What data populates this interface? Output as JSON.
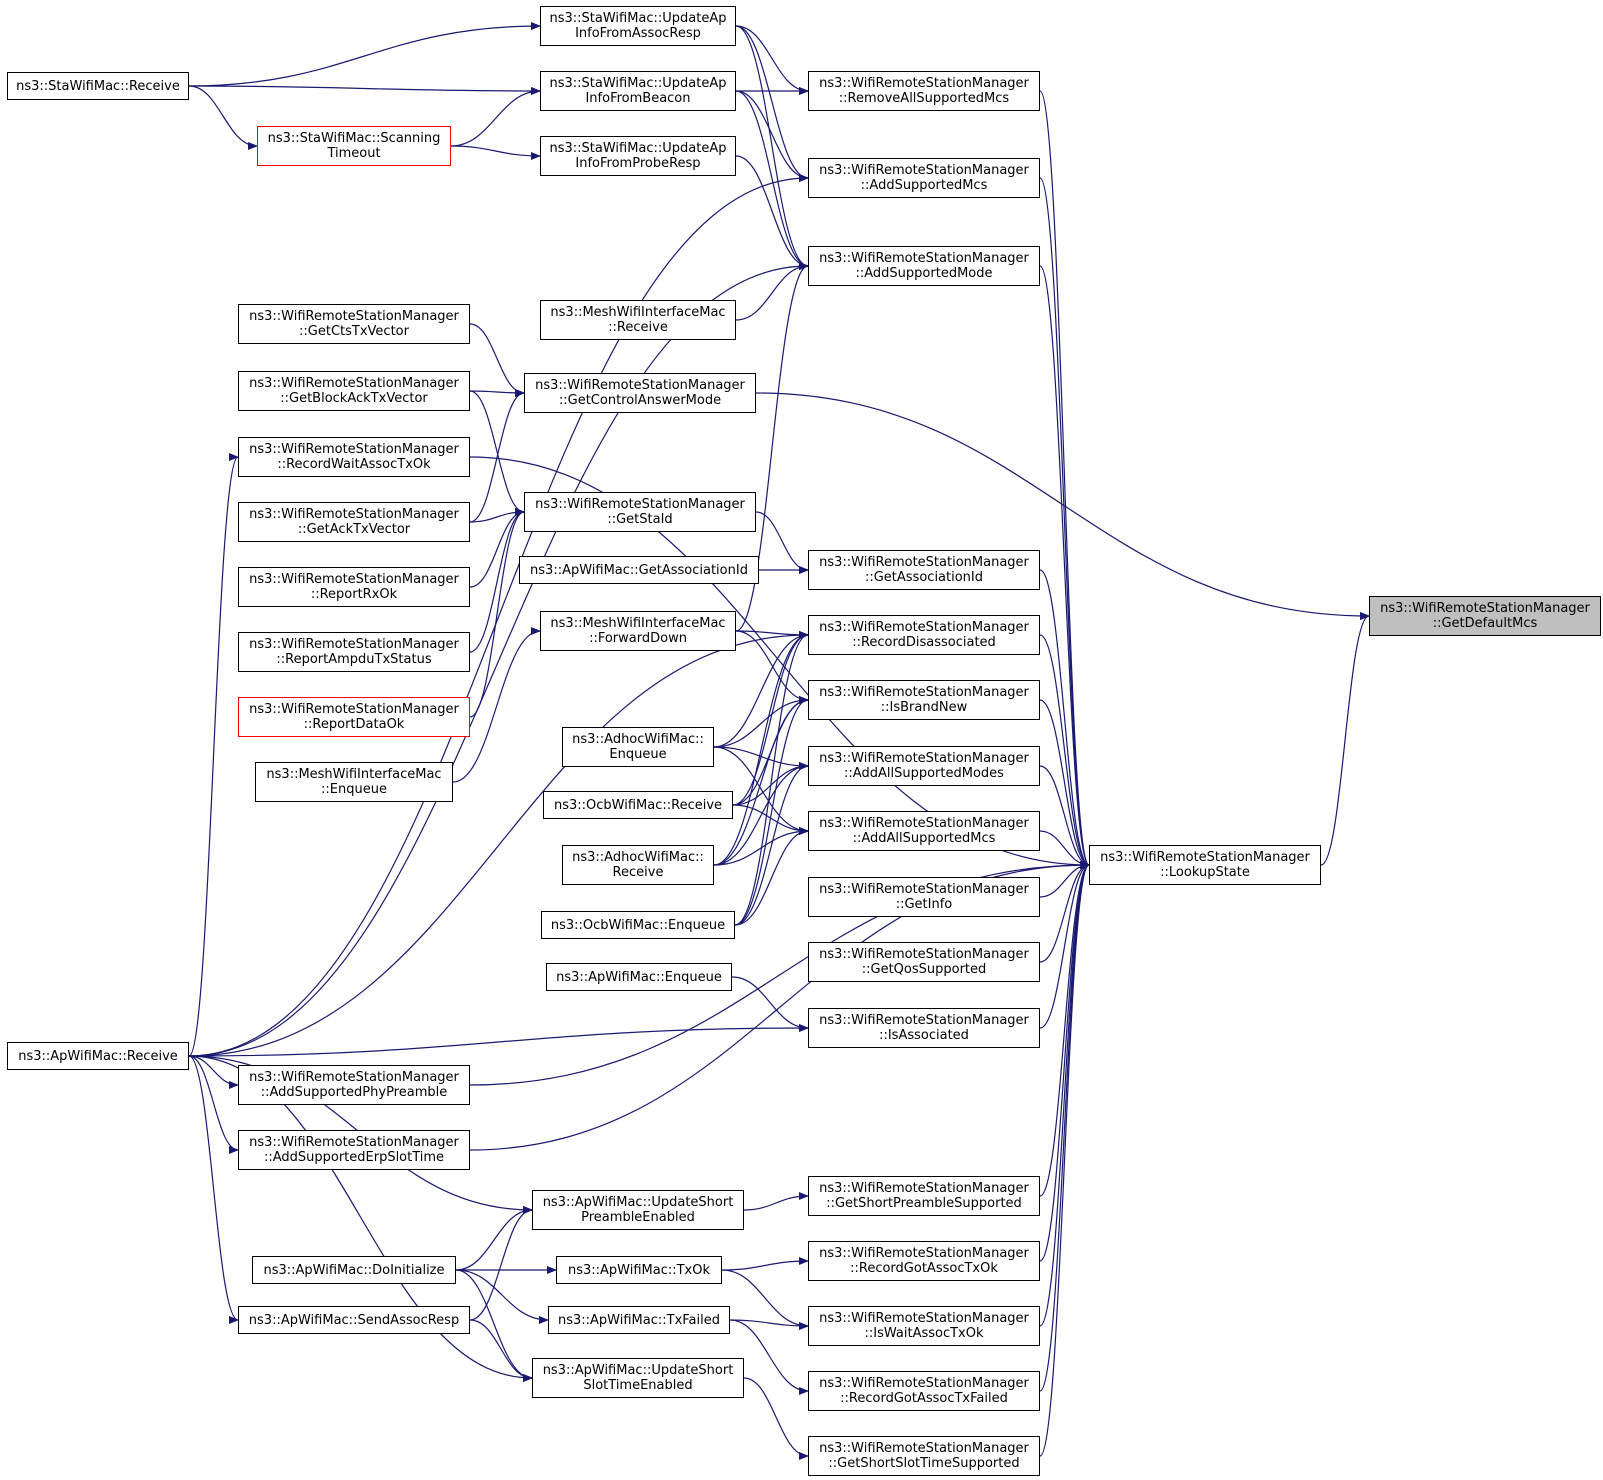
{
  "graph": {
    "edge_color": "#191970",
    "red_border_color": "#ff0000",
    "focus_fill_color": "#bfbfbf",
    "nodes": {
      "sta_receive": {
        "lines": [
          "ns3::StaWifiMac::Receive"
        ]
      },
      "upd_assoc": {
        "lines": [
          "ns3::StaWifiMac::UpdateAp",
          "InfoFromAssocResp"
        ]
      },
      "upd_beacon": {
        "lines": [
          "ns3::StaWifiMac::UpdateAp",
          "InfoFromBeacon"
        ]
      },
      "scanning": {
        "lines": [
          "ns3::StaWifiMac::Scanning",
          "Timeout"
        ],
        "red": true
      },
      "upd_probe": {
        "lines": [
          "ns3::StaWifiMac::UpdateAp",
          "InfoFromProbeResp"
        ]
      },
      "remove_all_mcs": {
        "lines": [
          "ns3::WifiRemoteStationManager",
          "::RemoveAllSupportedMcs"
        ]
      },
      "add_mcs": {
        "lines": [
          "ns3::WifiRemoteStationManager",
          "::AddSupportedMcs"
        ]
      },
      "add_mode": {
        "lines": [
          "ns3::WifiRemoteStationManager",
          "::AddSupportedMode"
        ]
      },
      "mesh_receive": {
        "lines": [
          "ns3::MeshWifiInterfaceMac",
          "::Receive"
        ]
      },
      "get_cts": {
        "lines": [
          "ns3::WifiRemoteStationManager",
          "::GetCtsTxVector"
        ]
      },
      "get_blockack": {
        "lines": [
          "ns3::WifiRemoteStationManager",
          "::GetBlockAckTxVector"
        ]
      },
      "ctrl_answer": {
        "lines": [
          "ns3::WifiRemoteStationManager",
          "::GetControlAnswerMode"
        ]
      },
      "rec_wait_assoc": {
        "lines": [
          "ns3::WifiRemoteStationManager",
          "::RecordWaitAssocTxOk"
        ]
      },
      "get_ack": {
        "lines": [
          "ns3::WifiRemoteStationManager",
          "::GetAckTxVector"
        ]
      },
      "get_sta_id": {
        "lines": [
          "ns3::WifiRemoteStationManager",
          "::GetStaId"
        ]
      },
      "report_rx_ok": {
        "lines": [
          "ns3::WifiRemoteStationManager",
          "::ReportRxOk"
        ]
      },
      "ap_get_assoc_id": {
        "lines": [
          "ns3::ApWifiMac::GetAssociationId"
        ]
      },
      "get_assoc_id": {
        "lines": [
          "ns3::WifiRemoteStationManager",
          "::GetAssociationId"
        ]
      },
      "report_ampdu": {
        "lines": [
          "ns3::WifiRemoteStationManager",
          "::ReportAmpduTxStatus"
        ]
      },
      "mesh_forward": {
        "lines": [
          "ns3::MeshWifiInterfaceMac",
          "::ForwardDown"
        ]
      },
      "rec_disassoc": {
        "lines": [
          "ns3::WifiRemoteStationManager",
          "::RecordDisassociated"
        ]
      },
      "report_data_ok": {
        "lines": [
          "ns3::WifiRemoteStationManager",
          "::ReportDataOk"
        ],
        "red": true
      },
      "is_brand_new": {
        "lines": [
          "ns3::WifiRemoteStationManager",
          "::IsBrandNew"
        ]
      },
      "adhoc_enqueue": {
        "lines": [
          "ns3::AdhocWifiMac::",
          "Enqueue"
        ]
      },
      "mesh_enqueue": {
        "lines": [
          "ns3::MeshWifiInterfaceMac",
          "::Enqueue"
        ]
      },
      "add_all_modes": {
        "lines": [
          "ns3::WifiRemoteStationManager",
          "::AddAllSupportedModes"
        ]
      },
      "ocb_receive": {
        "lines": [
          "ns3::OcbWifiMac::Receive"
        ]
      },
      "add_all_mcs": {
        "lines": [
          "ns3::WifiRemoteStationManager",
          "::AddAllSupportedMcs"
        ]
      },
      "adhoc_receive": {
        "lines": [
          "ns3::AdhocWifiMac::",
          "Receive"
        ]
      },
      "lookup_state": {
        "lines": [
          "ns3::WifiRemoteStationManager",
          "::LookupState"
        ]
      },
      "get_default_mcs": {
        "lines": [
          "ns3::WifiRemoteStationManager",
          "::GetDefaultMcs"
        ],
        "focus": true
      },
      "get_info": {
        "lines": [
          "ns3::WifiRemoteStationManager",
          "::GetInfo"
        ]
      },
      "ocb_enqueue": {
        "lines": [
          "ns3::OcbWifiMac::Enqueue"
        ]
      },
      "get_qos": {
        "lines": [
          "ns3::WifiRemoteStationManager",
          "::GetQosSupported"
        ]
      },
      "ap_enqueue": {
        "lines": [
          "ns3::ApWifiMac::Enqueue"
        ]
      },
      "is_associated": {
        "lines": [
          "ns3::WifiRemoteStationManager",
          "::IsAssociated"
        ]
      },
      "ap_receive": {
        "lines": [
          "ns3::ApWifiMac::Receive"
        ]
      },
      "add_phy_preamble": {
        "lines": [
          "ns3::WifiRemoteStationManager",
          "::AddSupportedPhyPreamble"
        ]
      },
      "add_erp_slot": {
        "lines": [
          "ns3::WifiRemoteStationManager",
          "::AddSupportedErpSlotTime"
        ]
      },
      "upd_short_preamble": {
        "lines": [
          "ns3::ApWifiMac::UpdateShort",
          "PreambleEnabled"
        ]
      },
      "get_short_preamble": {
        "lines": [
          "ns3::WifiRemoteStationManager",
          "::GetShortPreambleSupported"
        ]
      },
      "do_initialize": {
        "lines": [
          "ns3::ApWifiMac::DoInitialize"
        ]
      },
      "tx_ok": {
        "lines": [
          "ns3::ApWifiMac::TxOk"
        ]
      },
      "rec_got_assoc_ok": {
        "lines": [
          "ns3::WifiRemoteStationManager",
          "::RecordGotAssocTxOk"
        ]
      },
      "send_assoc_resp": {
        "lines": [
          "ns3::ApWifiMac::SendAssocResp"
        ]
      },
      "tx_failed": {
        "lines": [
          "ns3::ApWifiMac::TxFailed"
        ]
      },
      "is_wait_assoc": {
        "lines": [
          "ns3::WifiRemoteStationManager",
          "::IsWaitAssocTxOk"
        ]
      },
      "upd_short_slot": {
        "lines": [
          "ns3::ApWifiMac::UpdateShort",
          "SlotTimeEnabled"
        ]
      },
      "rec_got_assoc_failed": {
        "lines": [
          "ns3::WifiRemoteStationManager",
          "::RecordGotAssocTxFailed"
        ]
      },
      "get_short_slot": {
        "lines": [
          "ns3::WifiRemoteStationManager",
          "::GetShortSlotTimeSupported"
        ]
      }
    },
    "edges": [
      [
        "sta_receive",
        "upd_assoc"
      ],
      [
        "sta_receive",
        "upd_beacon"
      ],
      [
        "sta_receive",
        "scanning"
      ],
      [
        "scanning",
        "upd_beacon"
      ],
      [
        "scanning",
        "upd_probe"
      ],
      [
        "upd_assoc",
        "remove_all_mcs"
      ],
      [
        "upd_assoc",
        "add_mcs"
      ],
      [
        "upd_assoc",
        "add_mode"
      ],
      [
        "upd_beacon",
        "remove_all_mcs"
      ],
      [
        "upd_beacon",
        "add_mcs"
      ],
      [
        "upd_beacon",
        "add_mode"
      ],
      [
        "upd_probe",
        "add_mode"
      ],
      [
        "mesh_receive",
        "add_mode"
      ],
      [
        "mesh_forward",
        "add_mode"
      ],
      [
        "ap_receive",
        "add_mcs"
      ],
      [
        "ap_receive",
        "add_mode"
      ],
      [
        "ap_receive",
        "rec_wait_assoc"
      ],
      [
        "ap_receive",
        "rec_disassoc"
      ],
      [
        "ap_receive",
        "is_associated"
      ],
      [
        "ap_receive",
        "add_phy_preamble"
      ],
      [
        "ap_receive",
        "add_erp_slot"
      ],
      [
        "ap_receive",
        "upd_short_preamble"
      ],
      [
        "ap_receive",
        "send_assoc_resp"
      ],
      [
        "ap_receive",
        "upd_short_slot"
      ],
      [
        "get_cts",
        "ctrl_answer"
      ],
      [
        "get_blockack",
        "ctrl_answer"
      ],
      [
        "get_ack",
        "ctrl_answer"
      ],
      [
        "get_blockack",
        "get_sta_id"
      ],
      [
        "get_ack",
        "get_sta_id"
      ],
      [
        "report_rx_ok",
        "get_sta_id"
      ],
      [
        "report_ampdu",
        "get_sta_id"
      ],
      [
        "report_data_ok",
        "get_sta_id"
      ],
      [
        "mesh_enqueue",
        "mesh_forward"
      ],
      [
        "get_sta_id",
        "get_assoc_id"
      ],
      [
        "ap_get_assoc_id",
        "get_assoc_id"
      ],
      [
        "mesh_forward",
        "rec_disassoc"
      ],
      [
        "mesh_forward",
        "is_brand_new"
      ],
      [
        "adhoc_enqueue",
        "rec_disassoc"
      ],
      [
        "adhoc_enqueue",
        "is_brand_new"
      ],
      [
        "adhoc_enqueue",
        "add_all_modes"
      ],
      [
        "adhoc_enqueue",
        "add_all_mcs"
      ],
      [
        "ocb_receive",
        "rec_disassoc"
      ],
      [
        "ocb_receive",
        "is_brand_new"
      ],
      [
        "ocb_receive",
        "add_all_modes"
      ],
      [
        "ocb_receive",
        "add_all_mcs"
      ],
      [
        "adhoc_receive",
        "rec_disassoc"
      ],
      [
        "adhoc_receive",
        "is_brand_new"
      ],
      [
        "adhoc_receive",
        "add_all_modes"
      ],
      [
        "adhoc_receive",
        "add_all_mcs"
      ],
      [
        "ocb_enqueue",
        "rec_disassoc"
      ],
      [
        "ocb_enqueue",
        "is_brand_new"
      ],
      [
        "ocb_enqueue",
        "add_all_modes"
      ],
      [
        "ocb_enqueue",
        "add_all_mcs"
      ],
      [
        "ap_enqueue",
        "is_associated"
      ],
      [
        "upd_short_preamble",
        "get_short_preamble"
      ],
      [
        "do_initialize",
        "upd_short_preamble"
      ],
      [
        "do_initialize",
        "tx_ok"
      ],
      [
        "do_initialize",
        "tx_failed"
      ],
      [
        "do_initialize",
        "upd_short_slot"
      ],
      [
        "send_assoc_resp",
        "upd_short_preamble"
      ],
      [
        "send_assoc_resp",
        "upd_short_slot"
      ],
      [
        "tx_ok",
        "rec_got_assoc_ok"
      ],
      [
        "tx_ok",
        "is_wait_assoc"
      ],
      [
        "tx_failed",
        "is_wait_assoc"
      ],
      [
        "tx_failed",
        "rec_got_assoc_failed"
      ],
      [
        "upd_short_slot",
        "get_short_slot"
      ],
      [
        "remove_all_mcs",
        "lookup_state"
      ],
      [
        "add_mcs",
        "lookup_state"
      ],
      [
        "add_mode",
        "lookup_state"
      ],
      [
        "rec_wait_assoc",
        "lookup_state"
      ],
      [
        "get_assoc_id",
        "lookup_state"
      ],
      [
        "rec_disassoc",
        "lookup_state"
      ],
      [
        "is_brand_new",
        "lookup_state"
      ],
      [
        "add_all_modes",
        "lookup_state"
      ],
      [
        "add_all_mcs",
        "lookup_state"
      ],
      [
        "get_info",
        "lookup_state"
      ],
      [
        "get_qos",
        "lookup_state"
      ],
      [
        "is_associated",
        "lookup_state"
      ],
      [
        "add_phy_preamble",
        "lookup_state"
      ],
      [
        "add_erp_slot",
        "lookup_state"
      ],
      [
        "get_short_preamble",
        "lookup_state"
      ],
      [
        "rec_got_assoc_ok",
        "lookup_state"
      ],
      [
        "is_wait_assoc",
        "lookup_state"
      ],
      [
        "rec_got_assoc_failed",
        "lookup_state"
      ],
      [
        "get_short_slot",
        "lookup_state"
      ],
      [
        "ctrl_answer",
        "get_default_mcs"
      ],
      [
        "lookup_state",
        "get_default_mcs"
      ]
    ]
  }
}
